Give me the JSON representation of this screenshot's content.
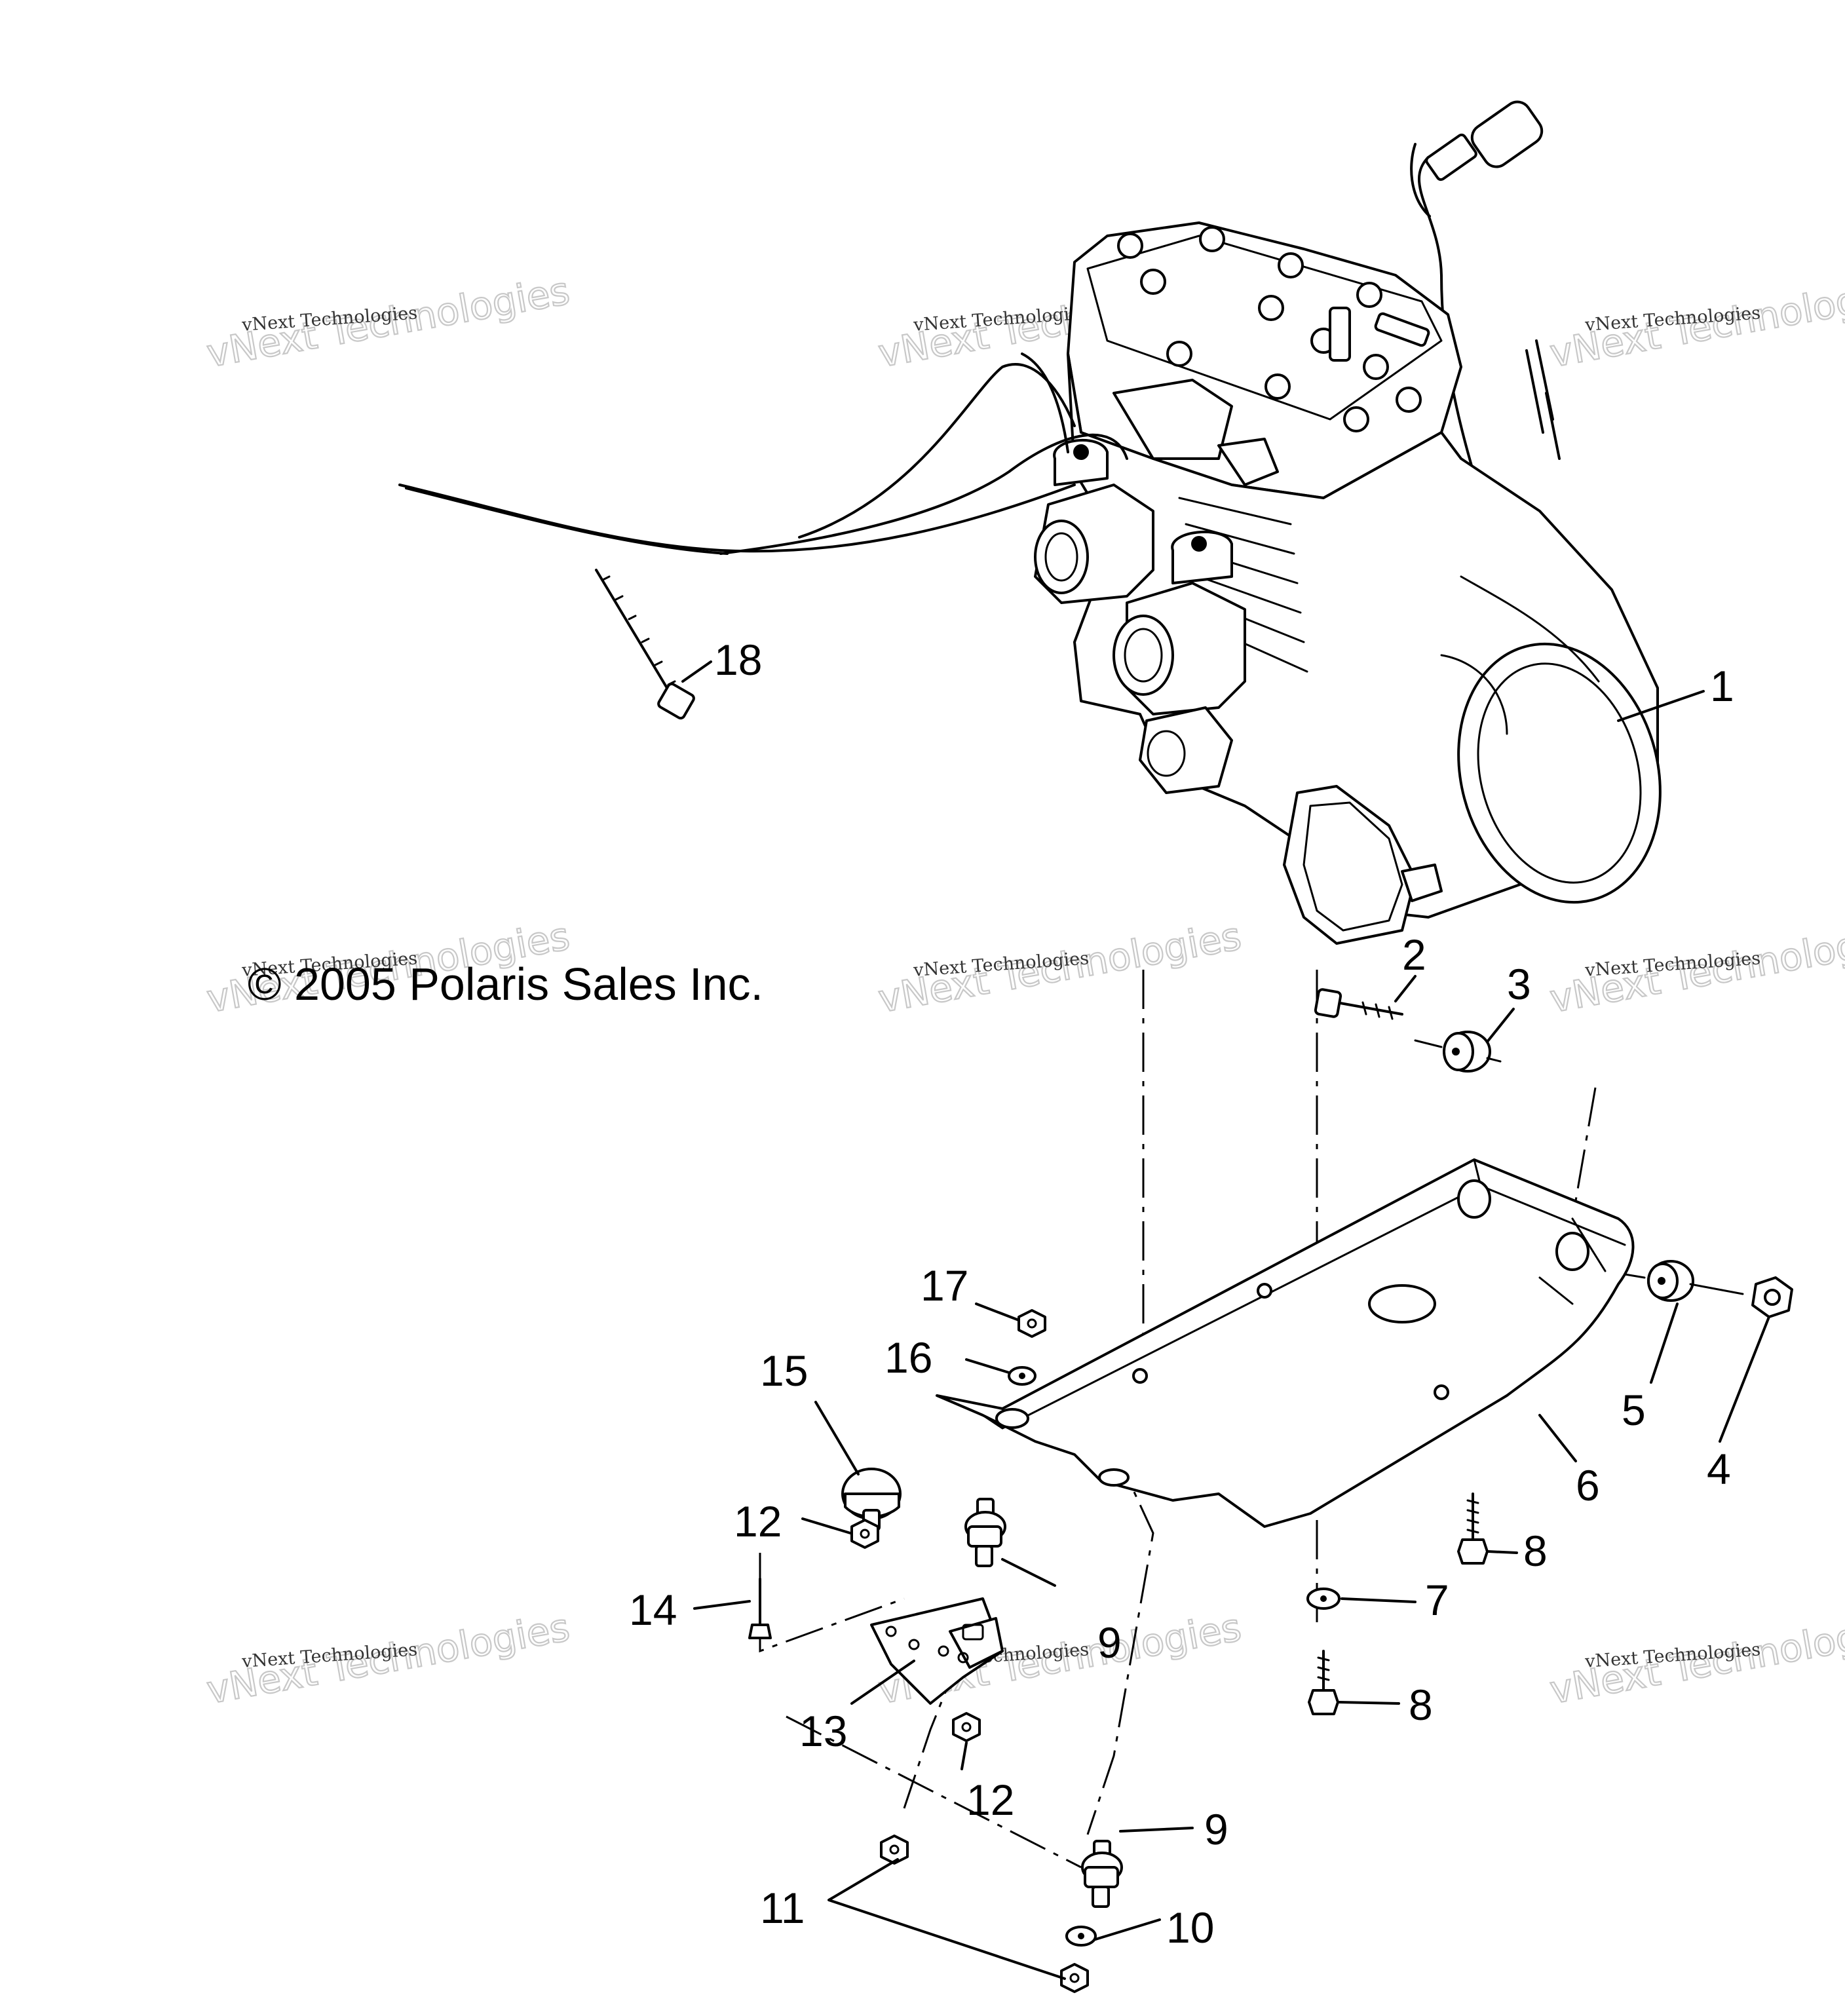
{
  "copyright": "© 2005 Polaris Sales Inc.",
  "watermark": {
    "small_text": "vNext Technologies",
    "large_text": "vNext Technologies"
  },
  "callouts": [
    {
      "id": "1",
      "label": "1"
    },
    {
      "id": "2",
      "label": "2"
    },
    {
      "id": "3",
      "label": "3"
    },
    {
      "id": "4",
      "label": "4"
    },
    {
      "id": "5",
      "label": "5"
    },
    {
      "id": "6",
      "label": "6"
    },
    {
      "id": "7",
      "label": "7"
    },
    {
      "id": "8a",
      "label": "8"
    },
    {
      "id": "8b",
      "label": "8"
    },
    {
      "id": "9a",
      "label": "9"
    },
    {
      "id": "9b",
      "label": "9"
    },
    {
      "id": "10",
      "label": "10"
    },
    {
      "id": "11",
      "label": "11"
    },
    {
      "id": "12a",
      "label": "12"
    },
    {
      "id": "12b",
      "label": "12"
    },
    {
      "id": "13",
      "label": "13"
    },
    {
      "id": "14",
      "label": "14"
    },
    {
      "id": "15",
      "label": "15"
    },
    {
      "id": "16",
      "label": "16"
    },
    {
      "id": "17",
      "label": "17"
    },
    {
      "id": "18",
      "label": "18"
    }
  ]
}
